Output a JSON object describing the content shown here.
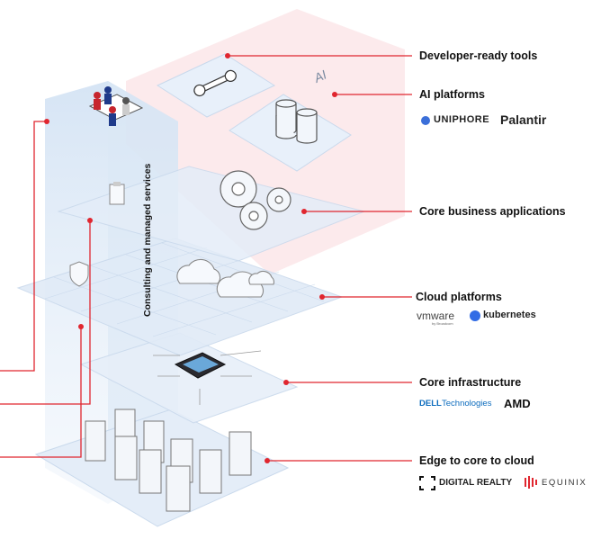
{
  "side_label": "Consulting and managed services",
  "layers": [
    {
      "id": "dev",
      "label": "Developer-ready tools"
    },
    {
      "id": "ai",
      "label": "AI platforms",
      "logos": [
        "UNIPHORE",
        "Palantir"
      ]
    },
    {
      "id": "core_apps",
      "label": "Core business applications"
    },
    {
      "id": "cloud",
      "label": "Cloud platforms",
      "logos": [
        "vmware",
        "by Broadcom",
        "kubernetes"
      ]
    },
    {
      "id": "infra",
      "label": "Core infrastructure",
      "logos": [
        "DELL",
        "Technologies",
        "AMD"
      ]
    },
    {
      "id": "edge",
      "label": "Edge to core to cloud",
      "logos": [
        "DIGITAL REALTY",
        "EQUINIX"
      ]
    }
  ],
  "ai_tag": "AI",
  "colors": {
    "accent": "#e0262f",
    "plate": "#e4edf8",
    "plate_edge": "#c9d9ec",
    "pink": "#fbe3e6",
    "ink": "#111111"
  }
}
